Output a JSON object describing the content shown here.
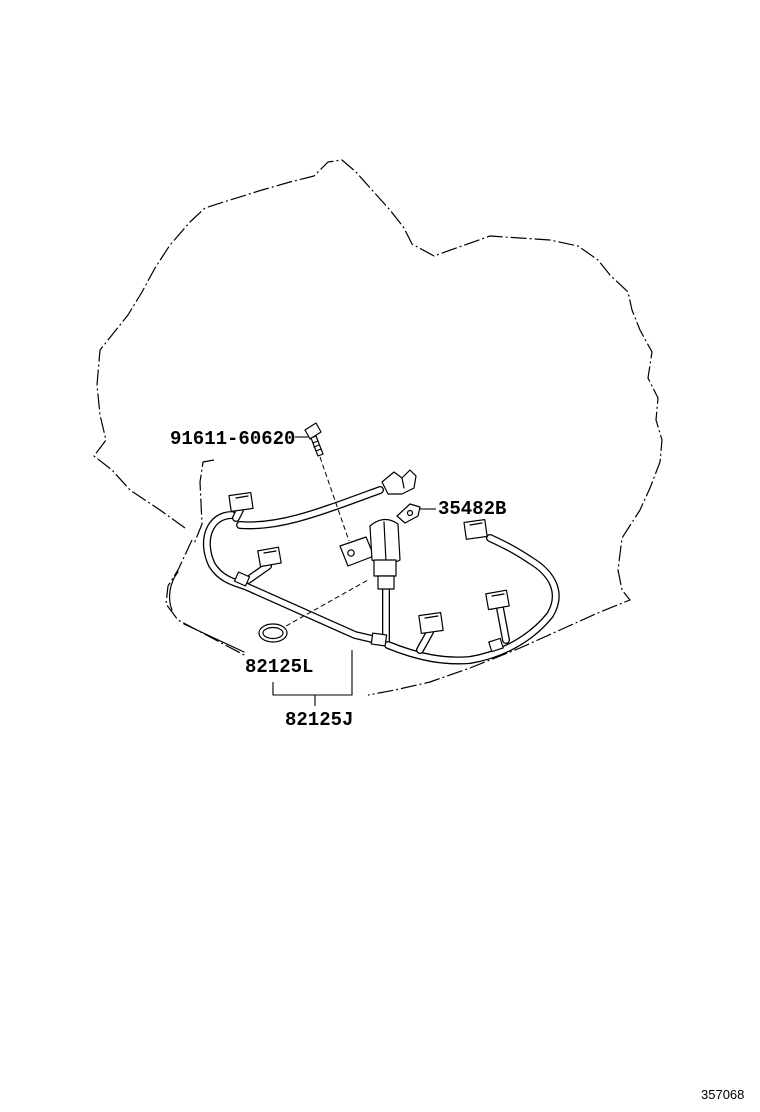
{
  "callouts": {
    "bolt": "91611-60620",
    "clip": "35482B",
    "o_ring": "82125L",
    "harness_assembly": "82125J"
  },
  "figure_id": "357068",
  "colors": {
    "line": "#000000",
    "background": "#ffffff"
  }
}
